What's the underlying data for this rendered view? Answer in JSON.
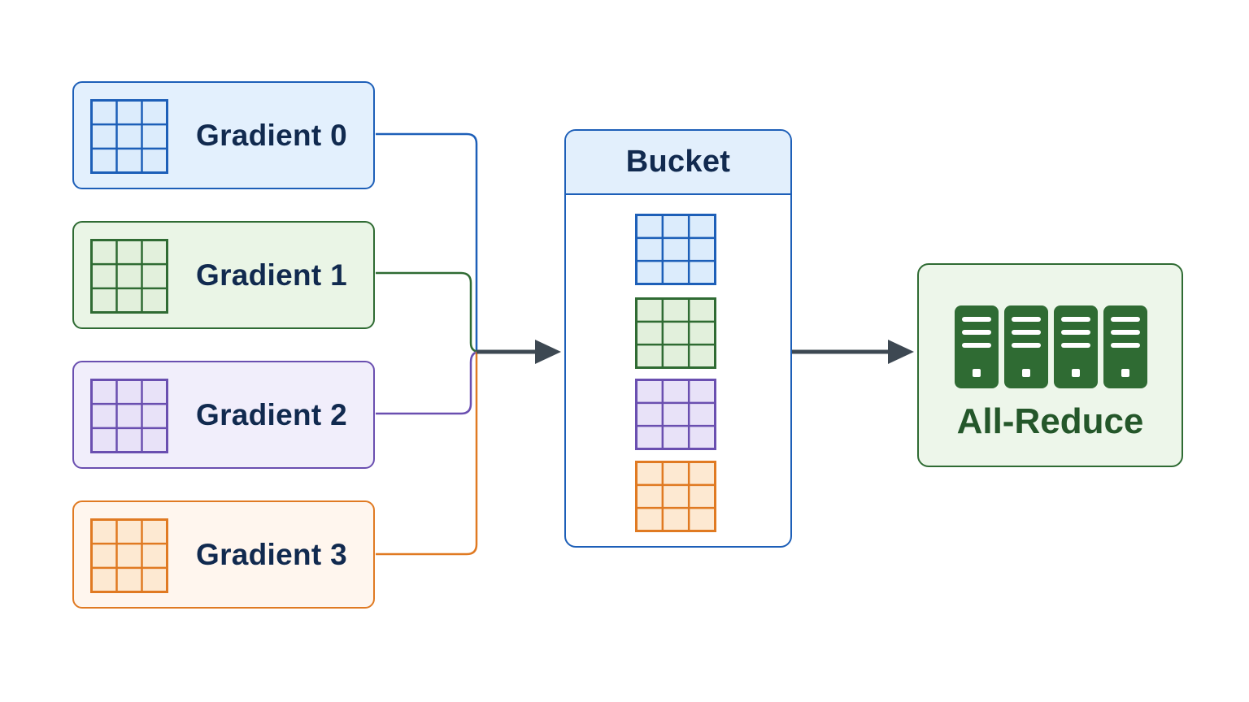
{
  "gradients": [
    {
      "label": "Gradient 0",
      "stroke": "#1d5fb8",
      "fill": "#e3f0fd",
      "cell_fill": "#dcecfc"
    },
    {
      "label": "Gradient 1",
      "stroke": "#2f6b33",
      "fill": "#eaf5e6",
      "cell_fill": "#e2f0dc"
    },
    {
      "label": "Gradient 2",
      "stroke": "#6a4fb0",
      "fill": "#f1eefb",
      "cell_fill": "#e8e2f8"
    },
    {
      "label": "Gradient 3",
      "stroke": "#e07a22",
      "fill": "#fff6ee",
      "cell_fill": "#fde9d2"
    }
  ],
  "bucket": {
    "title": "Bucket",
    "stroke": "#1d5fb8",
    "header_fill": "#e2effc"
  },
  "all_reduce": {
    "label": "All-Reduce",
    "stroke": "#2f6b33",
    "fill": "#edf6ea",
    "icon": "server-rack-icon"
  },
  "arrow_color": "#3d4852"
}
